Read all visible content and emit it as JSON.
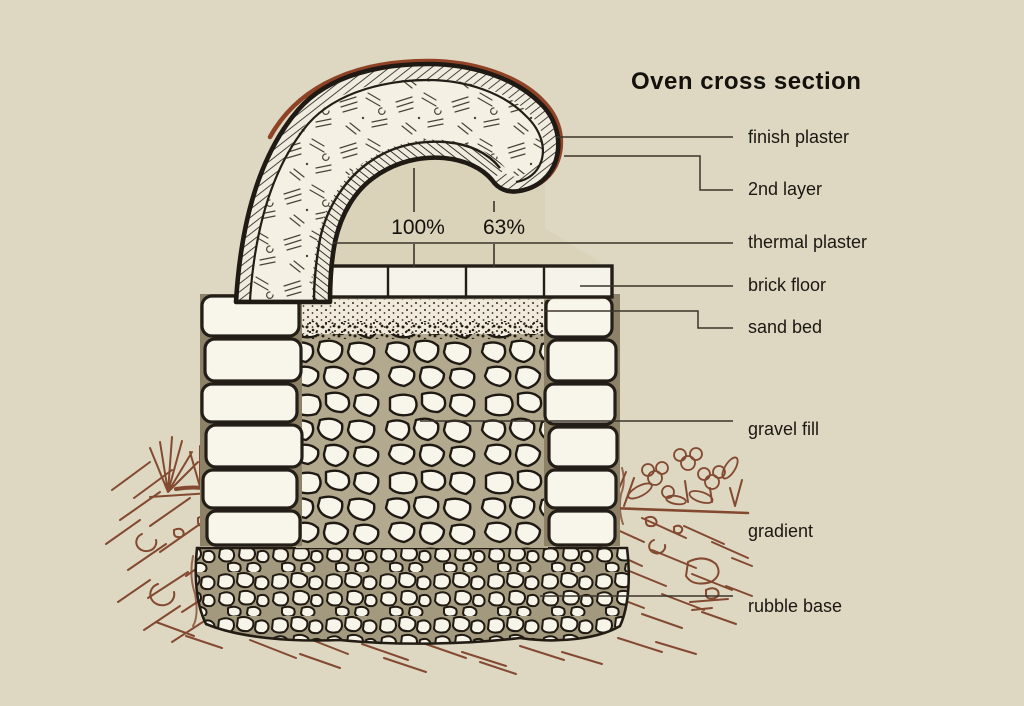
{
  "title": "Oven cross section",
  "annotations": {
    "dome_height": "100%",
    "door_height": "63%"
  },
  "labels": [
    {
      "id": "finish-plaster",
      "text": "finish plaster"
    },
    {
      "id": "second-layer",
      "text": "2nd layer"
    },
    {
      "id": "thermal-plaster",
      "text": "thermal plaster"
    },
    {
      "id": "brick-floor",
      "text": "brick floor"
    },
    {
      "id": "sand-bed",
      "text": "sand bed"
    },
    {
      "id": "gravel-fill",
      "text": "gravel fill"
    },
    {
      "id": "gradient",
      "text": "gradient"
    },
    {
      "id": "rubble-base",
      "text": "rubble base"
    }
  ],
  "colors": {
    "background": "#ded8c2",
    "ink": "#1f1a13",
    "sepia_accent": "#7a3a22",
    "stone_fill": "#f8f5eb"
  }
}
